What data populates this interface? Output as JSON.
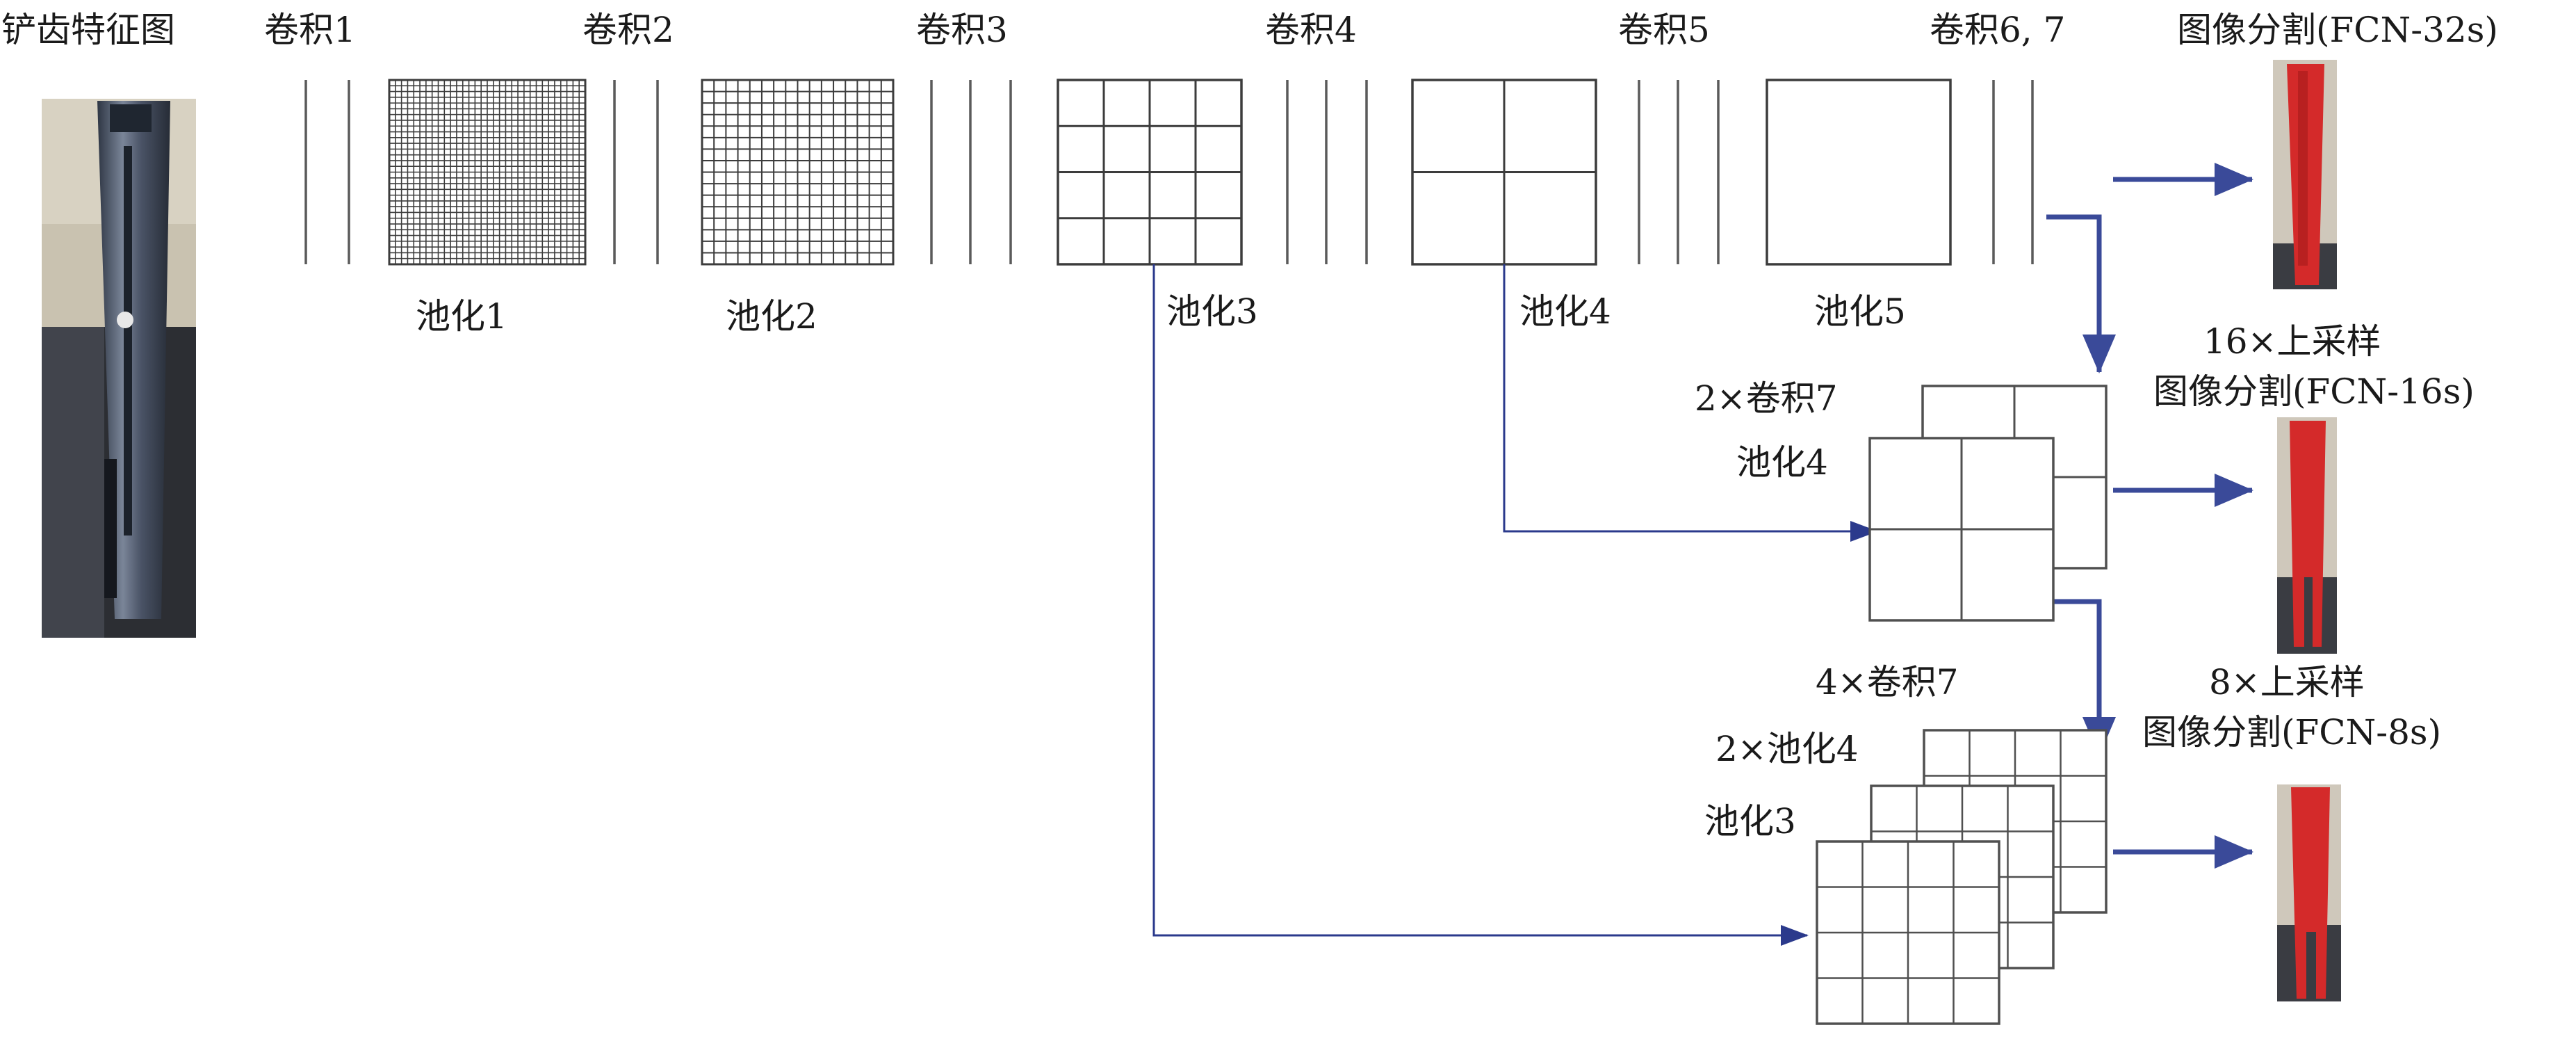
{
  "diagram": {
    "input_title": "铲齿特征图",
    "conv_labels": [
      "卷积1",
      "卷积2",
      "卷积3",
      "卷积4",
      "卷积5",
      "卷积6, 7"
    ],
    "pool_labels": [
      "池化1",
      "池化2",
      "池化3",
      "池化4",
      "池化5"
    ],
    "output_32s": "图像分割(FCN-32s)",
    "upsample_16x": "16×上采样",
    "output_16s": "图像分割(FCN-16s)",
    "upsample_8x": "8×上采样",
    "output_8s": "图像分割(FCN-8s)",
    "fuse16_conv7": "2×卷积7",
    "fuse16_pool4": "池化4",
    "fuse8_conv7": "4×卷积7",
    "fuse8_pool4": "2×池化4",
    "fuse8_pool3": "池化3",
    "colors": {
      "arrow": "#3a4a99",
      "segmentation": "#d42a2a"
    }
  }
}
